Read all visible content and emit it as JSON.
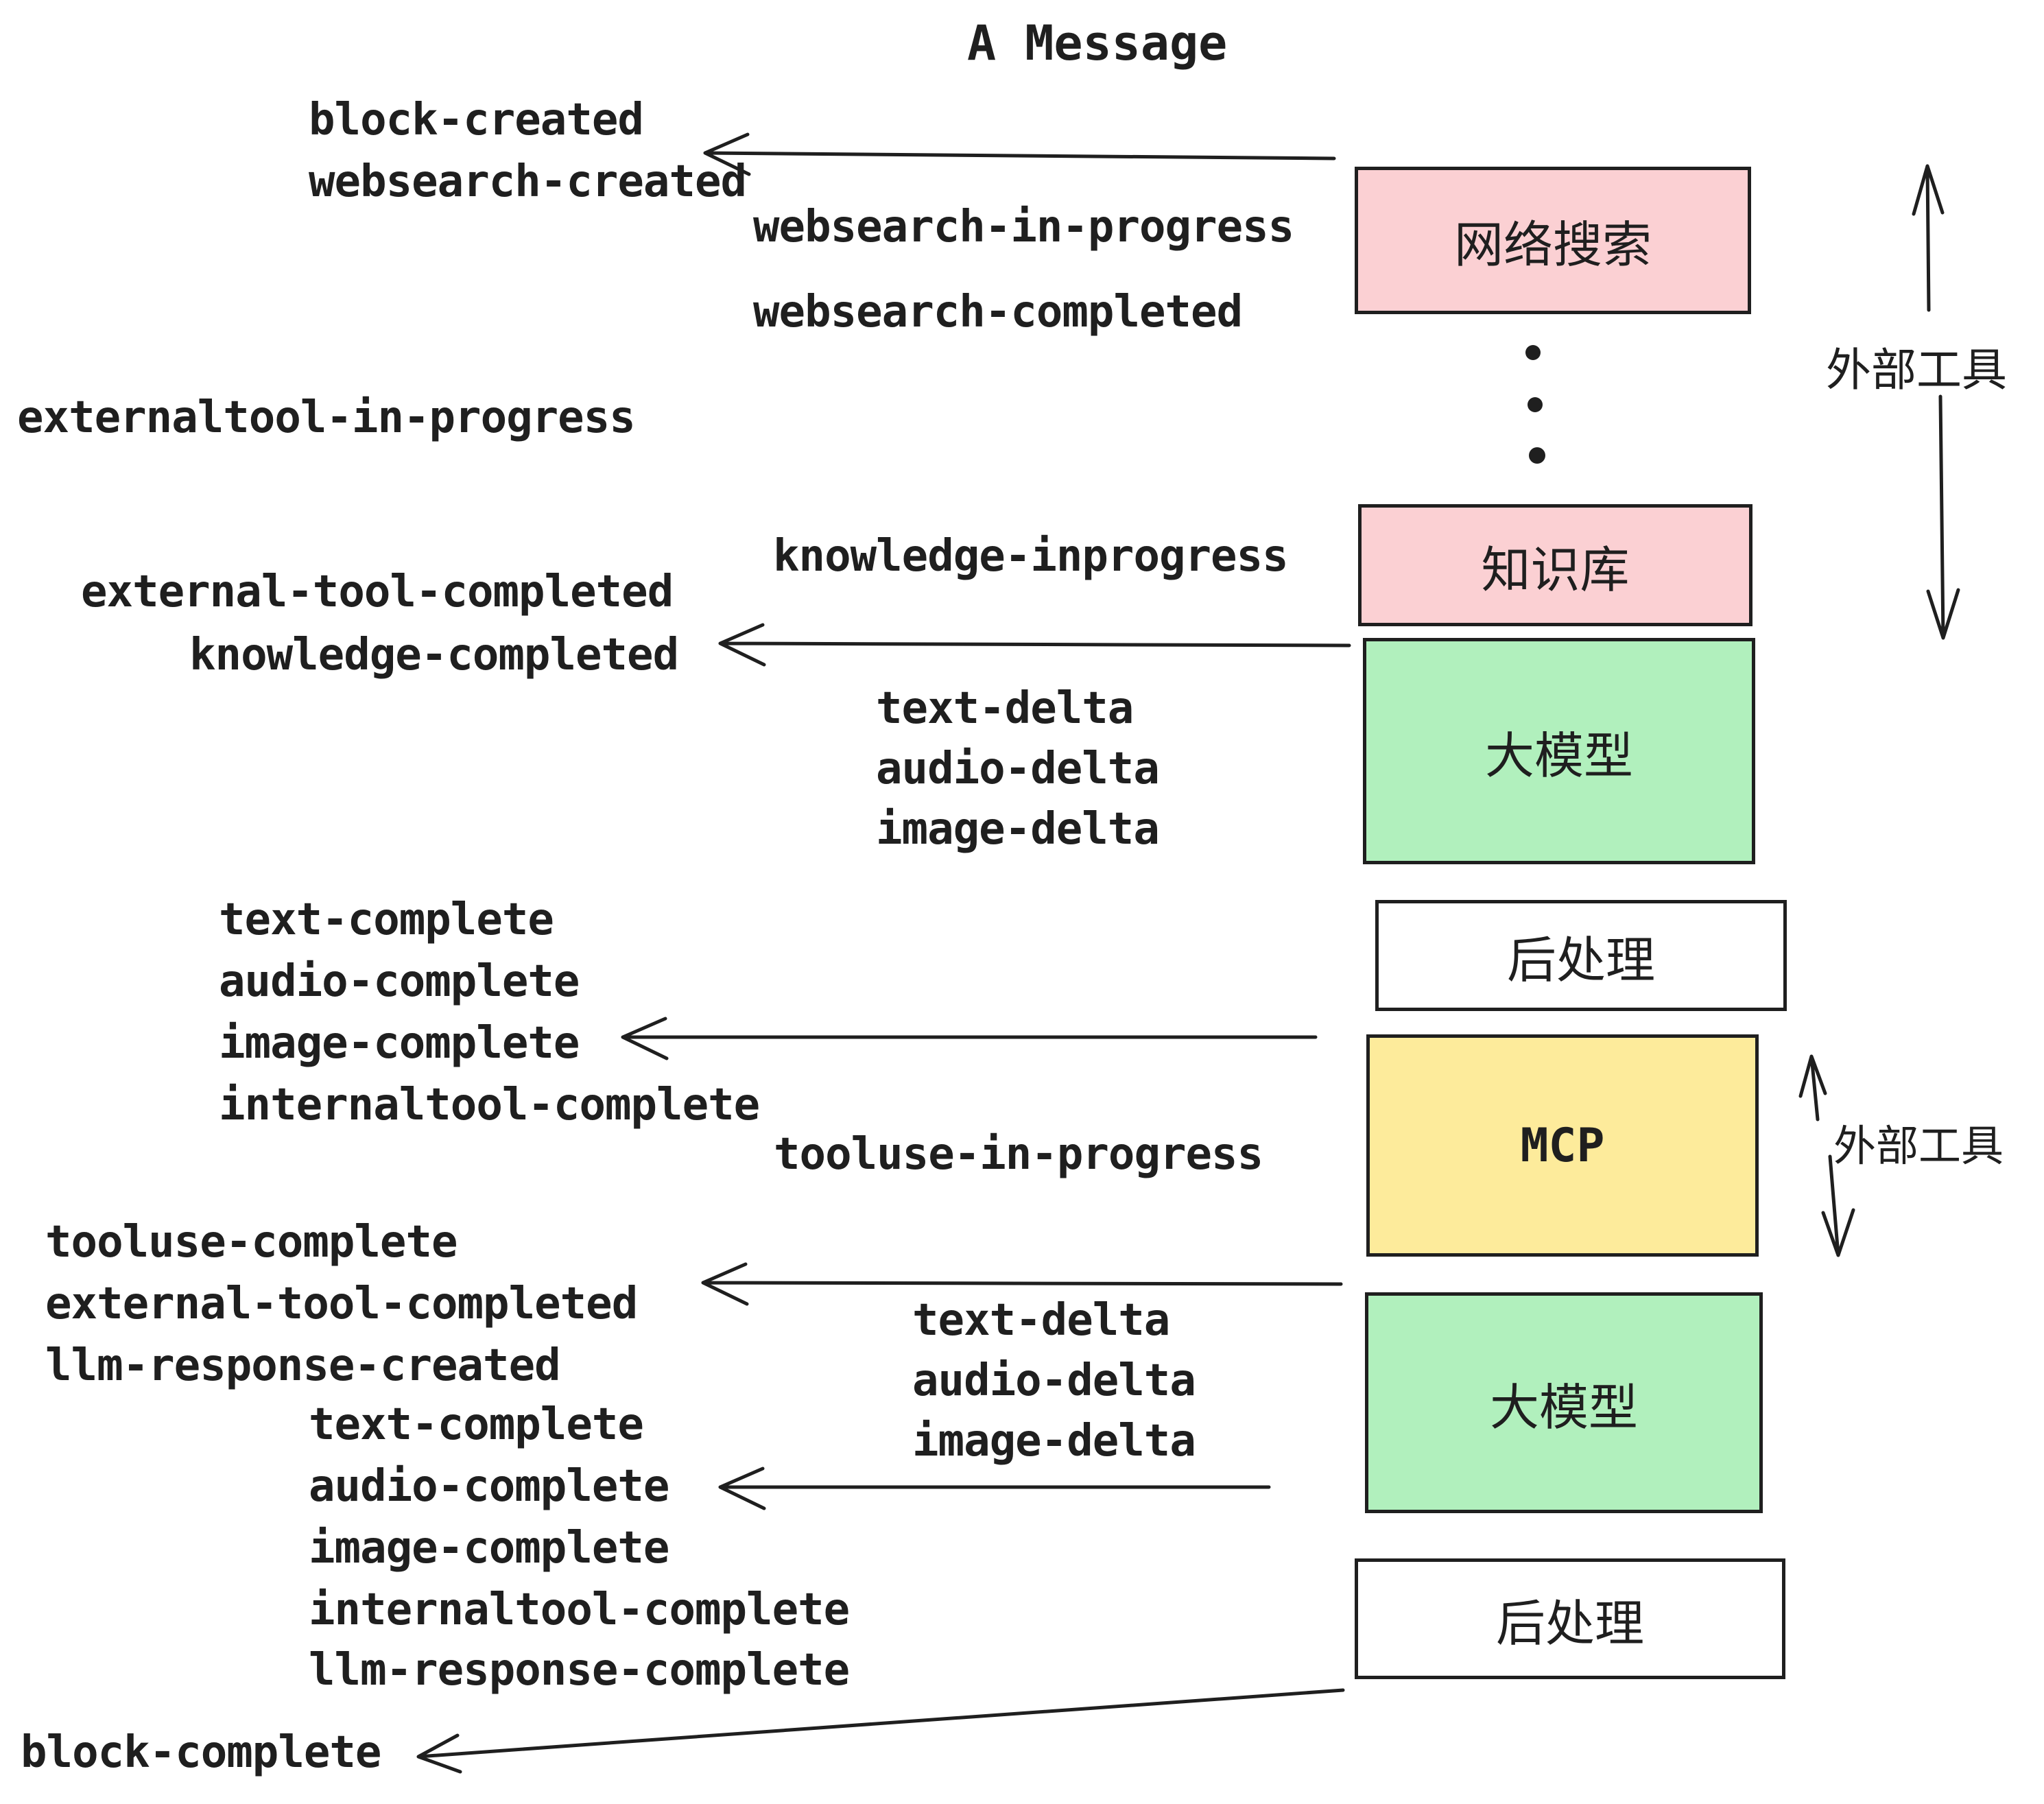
{
  "title": "A Message",
  "events": {
    "top": [
      "block-created",
      "websearch-created",
      "websearch-in-progress",
      "websearch-completed",
      "externaltool-in-progress"
    ],
    "knowledge": [
      "knowledge-inprogress",
      "external-tool-completed",
      "knowledge-completed"
    ],
    "llm1_stream": [
      "text-delta",
      "audio-delta",
      "image-delta"
    ],
    "llm1_complete": [
      "text-complete",
      "audio-complete",
      "image-complete",
      "internaltool-complete"
    ],
    "mcp_phase": [
      "tooluse-in-progress",
      "tooluse-complete",
      "external-tool-completed",
      "llm-response-created"
    ],
    "llm2_stream": [
      "text-delta",
      "audio-delta",
      "image-delta"
    ],
    "llm2_complete": [
      "text-complete",
      "audio-complete",
      "image-complete",
      "internaltool-complete",
      "llm-response-complete"
    ],
    "final": [
      "block-complete"
    ]
  },
  "boxes": [
    {
      "id": "websearch",
      "label": "网络搜索",
      "fill": "#fbd0d3"
    },
    {
      "id": "knowledge",
      "label": "知识库",
      "fill": "#fbd0d3"
    },
    {
      "id": "llm-1",
      "label": "大模型",
      "fill": "#b1f0bd"
    },
    {
      "id": "post-1",
      "label": "后处理",
      "fill": "#ffffff"
    },
    {
      "id": "mcp",
      "label": "MCP",
      "fill": "#fdeb9b"
    },
    {
      "id": "llm-2",
      "label": "大模型",
      "fill": "#b1f0bd"
    },
    {
      "id": "post-2",
      "label": "后处理",
      "fill": "#ffffff"
    }
  ],
  "annotations": {
    "external_tools_top": "外部工具",
    "external_tools_mcp": "外部工具"
  },
  "colors": {
    "pink": "#fbd0d3",
    "green": "#b1f0bd",
    "yellow": "#fdeb9b",
    "white": "#ffffff",
    "ink": "#1f1f1f"
  }
}
